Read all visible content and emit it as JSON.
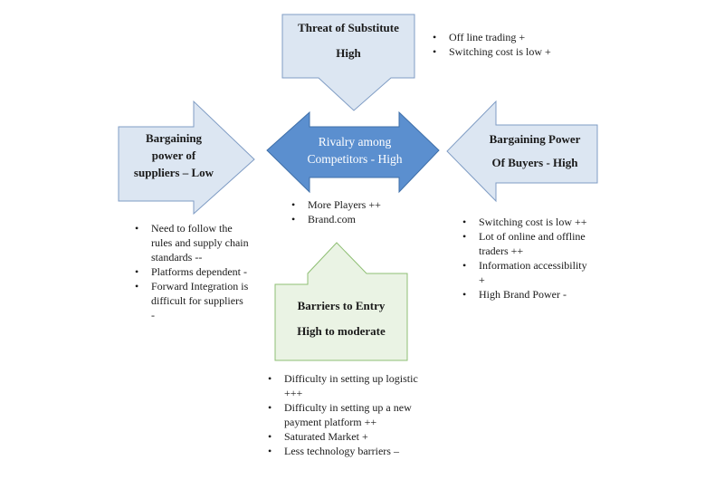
{
  "colors": {
    "arrow_fill": "#dce6f2",
    "arrow_stroke": "#7f9cc4",
    "center_fill": "#5b8fcf",
    "center_stroke": "#3f6fa8",
    "barrier_fill": "#eaf3e4",
    "barrier_stroke": "#8fbf74"
  },
  "threat": {
    "title": "Threat of Substitute",
    "level": "High",
    "notes": [
      "Off line trading +",
      "Switching cost is low +"
    ]
  },
  "suppliers": {
    "line1": "Bargaining",
    "line2": "power of",
    "line3": "suppliers – Low",
    "notes": [
      "Need to follow the rules and supply chain standards --",
      " Platforms dependent -",
      "Forward Integration is difficult for suppliers -"
    ]
  },
  "rivalry": {
    "line1": "Rivalry among",
    "line2": "Competitors - High",
    "notes": [
      "More Players ++",
      "Brand.com"
    ]
  },
  "buyers": {
    "line1": "Bargaining Power",
    "line2": "Of Buyers - High",
    "notes": [
      "Switching cost is low ++",
      "Lot of online and offline traders ++",
      "Information accessibility +",
      "High Brand Power  -"
    ]
  },
  "barriers": {
    "title": "Barriers to Entry",
    "level": "High to moderate",
    "notes": [
      "Difficulty in setting up logistic +++",
      "Difficulty in setting up a new payment platform ++",
      "Saturated Market +",
      "Less technology barriers –"
    ]
  }
}
